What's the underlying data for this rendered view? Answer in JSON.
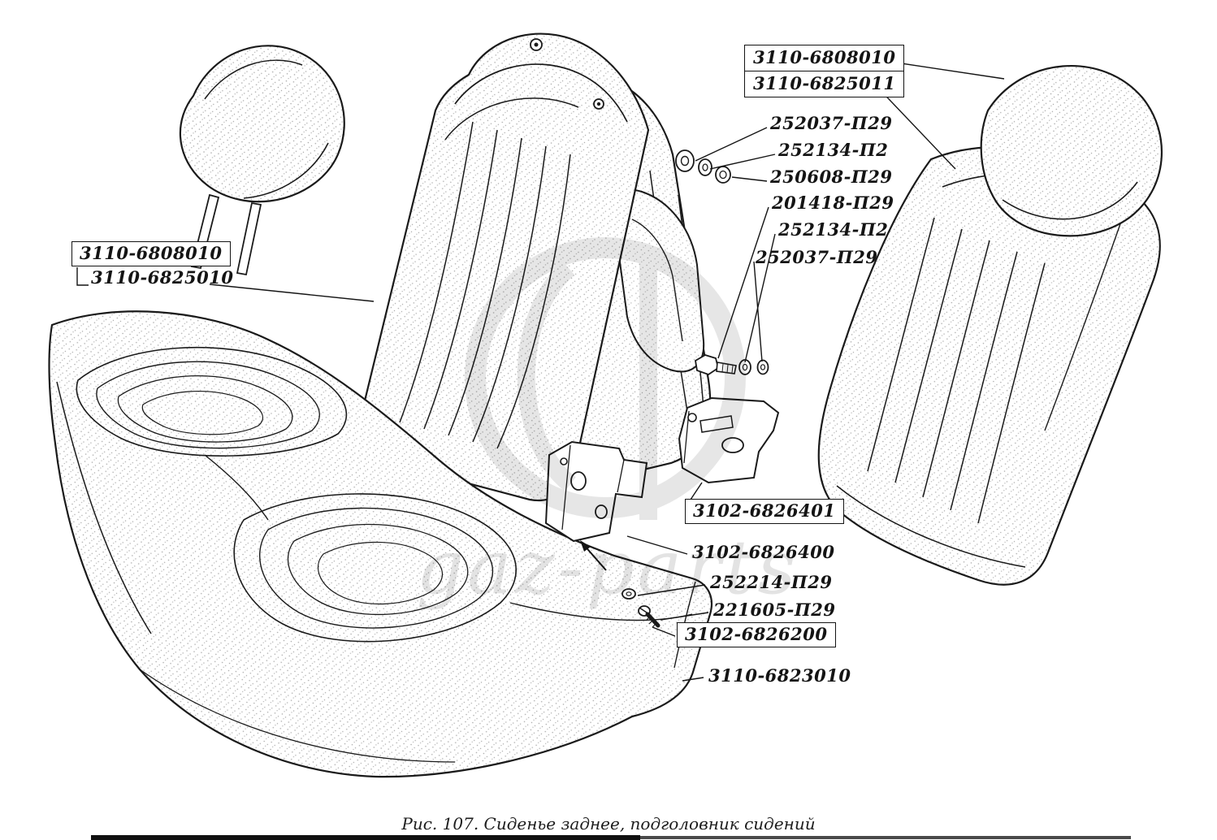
{
  "caption": "Рис. 107. Сиденье заднее, подголовник сидений",
  "watermark": {
    "text": "gaz-parts"
  },
  "callouts": {
    "left_assembly": "3110-6808010",
    "left_headrest": "3110-6825010",
    "right_assembly": "3110-6808010",
    "right_headrest": "3110-6825011",
    "washer_a": "252037-П29",
    "washer_b": "252134-П2",
    "nut": "250608-П29",
    "bolt": "201418-П29",
    "washer_c": "252134-П2",
    "washer_d": "252037-П29",
    "bracket_right": "3102-6826401",
    "bracket_left": "3102-6826400",
    "washer_small": "252214-П29",
    "screw": "221605-П29",
    "bracket_assembly": "3102-6826200",
    "cushion": "3110-6823010"
  },
  "colors": {
    "ink": "#1a1a1a",
    "watermark": "#dedede"
  }
}
